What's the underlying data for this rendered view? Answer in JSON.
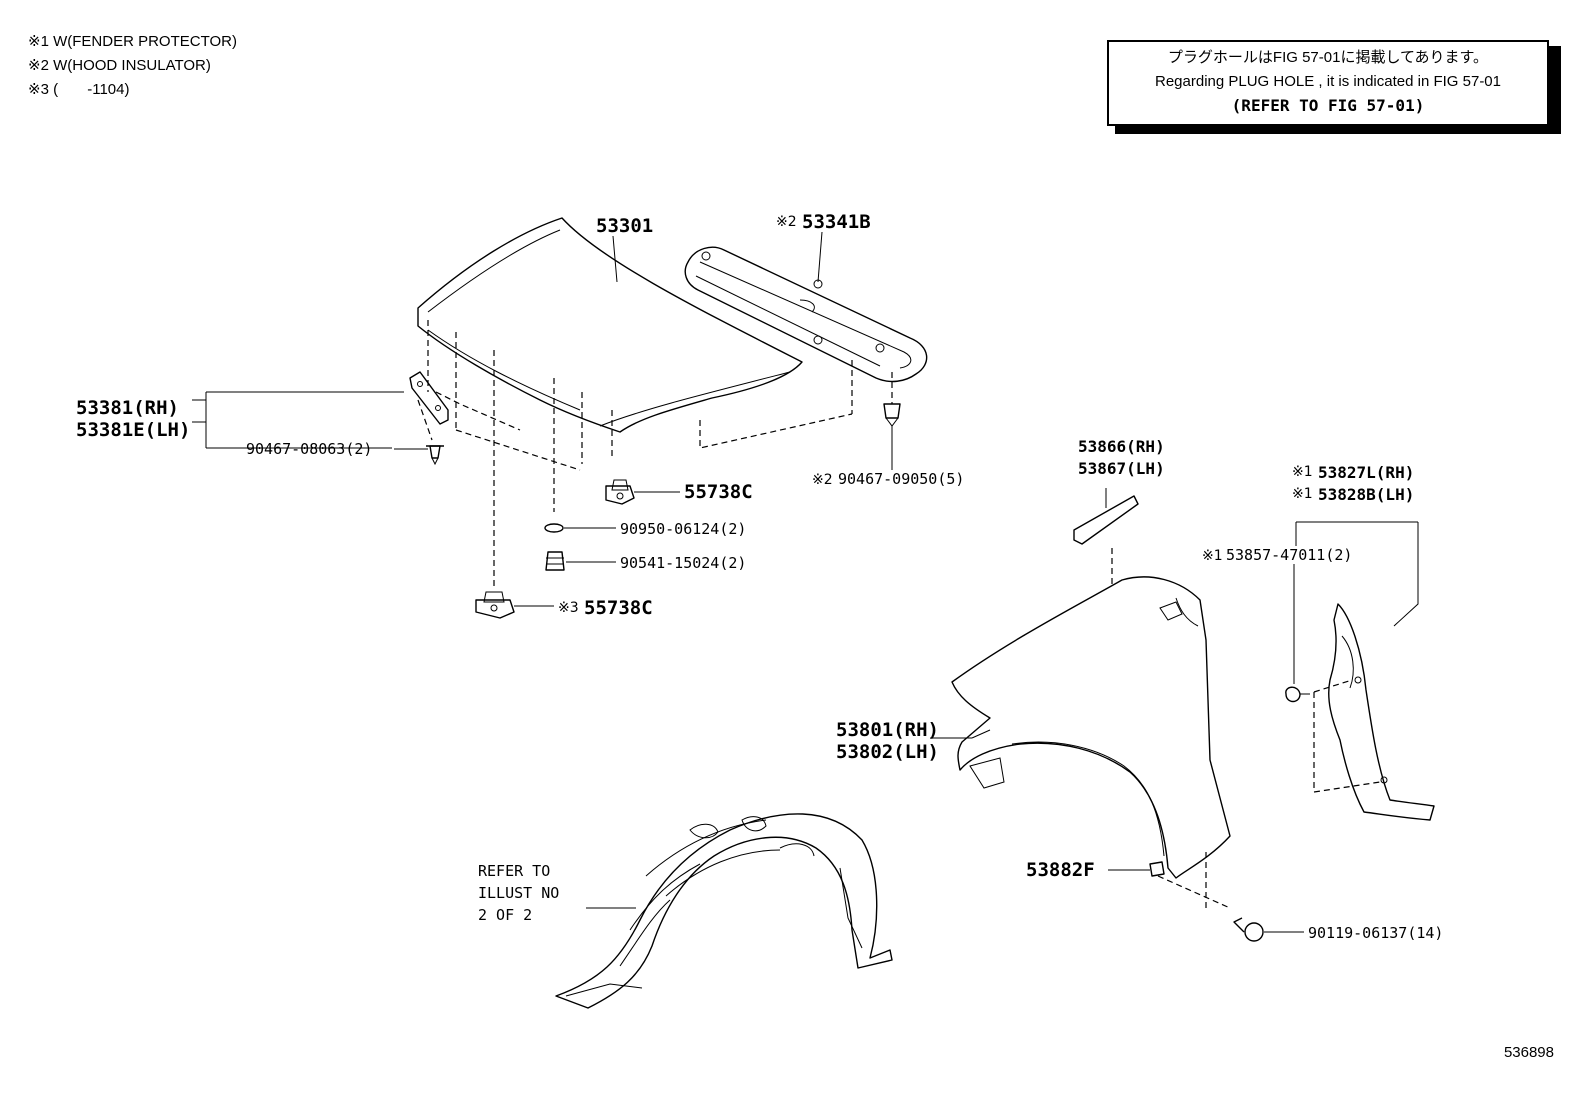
{
  "notes": [
    "※1 W(FENDER PROTECTOR)",
    "※2 W(HOOD INSULATOR)",
    "※3 (       -1104)"
  ],
  "reference_box": {
    "line1": "プラグホールはFIG 57-01に掲載してあります。",
    "line2": "Regarding PLUG HOLE , it is indicated in FIG 57-01",
    "line3": "(REFER TO FIG 57-01)"
  },
  "marks": {
    "m1": "※1",
    "m2": "※2",
    "m3": "※3"
  },
  "labels": {
    "hood": "53301",
    "insulator": "53341B",
    "hinge_rh": "53381(RH)",
    "hinge_lh": "53381E(LH)",
    "hinge_clip": "90467-08063(2)",
    "insulator_clip": "90467-09050(5)",
    "nut_55738c": "55738C",
    "washer": "90950-06124(2)",
    "cushion": "90541-15024(2)",
    "nut_55738c_b": "55738C",
    "seal_rh": "53866(RH)",
    "seal_lh": "53867(LH)",
    "protector_rh": "53827L(RH)",
    "protector_lh": "53828B(LH)",
    "protector_clip": "53857-47011(2)",
    "fender_rh": "53801(RH)",
    "fender_lh": "53802(LH)",
    "bracket": "53882F",
    "bolt": "90119-06137(14)",
    "liner_ref_1": "REFER TO",
    "liner_ref_2": "ILLUST NO",
    "liner_ref_3": "2 OF 2"
  },
  "figure_id": "536898"
}
